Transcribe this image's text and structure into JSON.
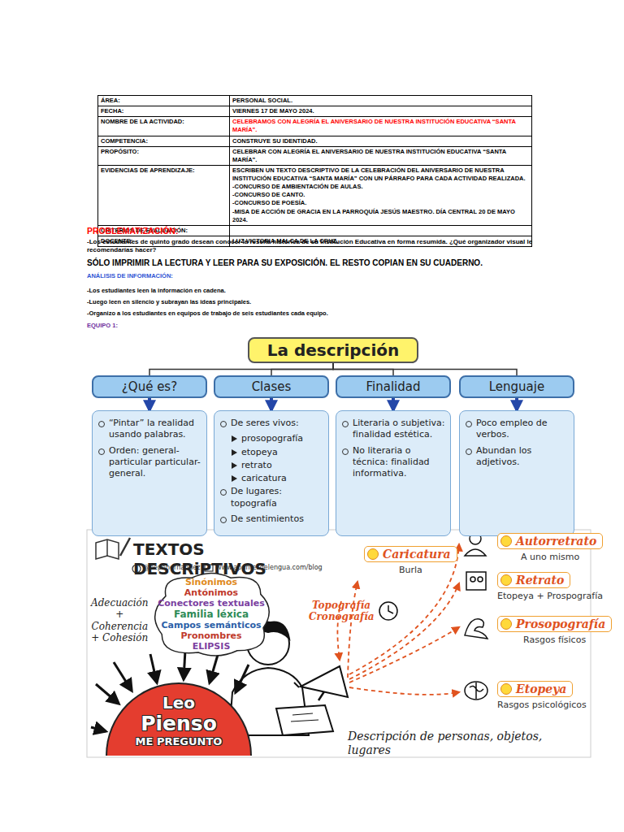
{
  "diagram": {
    "nodes": [
      {
        "text": [
          "La descripción"
        ]
      },
      {
        "text": [
          "¿Qué es?"
        ]
      },
      {
        "text": [
          "Clases"
        ]
      },
      {
        "text": [
          "Finalidad"
        ]
      },
      {
        "text": [
          "Lenguaje"
        ]
      },
      {
        "text": [
          "“Pintar” la realidad usando palabras.",
          "Orden: general-particular particular-general."
        ]
      },
      {
        "text": [
          "De seres vivos:",
          "prosopografía",
          "etopeya",
          "retrato",
          "caricatura",
          "De lugares: topografía",
          "De sentimientos"
        ]
      },
      {
        "text": [
          "Literaria o subjetiva: finalidad estética.",
          "No literaria o técnica: finalidad informativa."
        ]
      },
      {
        "text": [
          "Poco empleo de verbos.",
          "Abundan los adjetivos."
        ]
      },
      {
        "text": [
          "Sinónimos",
          "Antónimos",
          "Conectores textuales",
          "Familia léxica",
          "Campos semánticos",
          "Pronombres",
          "ELIPSIS"
        ]
      },
      {
        "text": [
          "Caricatura",
          "Burla"
        ]
      },
      {
        "text": [
          "Autorretrato",
          "A uno mismo"
        ]
      },
      {
        "text": [
          "Retrato",
          "Etopeya + Prospografía"
        ]
      },
      {
        "text": [
          "Prosopografía",
          "Rasgos físicos"
        ]
      },
      {
        "text": [
          "Etopeya",
          "Rasgos psicológicos"
        ]
      },
      {
        "text": [
          "Leo",
          "Pienso",
          "ME PREGUNTO"
        ]
      }
    ],
    "edges": [
      {
        "from": 0,
        "to": 1,
        "arrow": "none"
      },
      {
        "from": 0,
        "to": 2,
        "arrow": "none"
      },
      {
        "from": 0,
        "to": 3,
        "arrow": "none"
      },
      {
        "from": 0,
        "to": 4,
        "arrow": "none"
      },
      {
        "from": 1,
        "to": 5,
        "arrow": "to"
      },
      {
        "from": 2,
        "to": 6,
        "arrow": "to"
      },
      {
        "from": 3,
        "to": 7,
        "arrow": "to"
      },
      {
        "from": 4,
        "to": 8,
        "arrow": "to"
      }
    ],
    "labels": [
      "ÁREA:",
      "PERSONAL SOCIAL.",
      "FECHA:",
      "VIERNES 17 DE MAYO 2024.",
      "NOMBRE DE LA ACTIVIDAD:",
      "CELEBRAMOS CON ALEGRÍA EL ANIVERSARIO DE NUESTRA INSTITUCIÓN EDUCATIVA “SANTA MARÍA”.",
      "COMPETENCIA:",
      "CONSTRUYE SU IDENTIDAD.",
      "PROPÓSITO:",
      "CELEBRAR CON ALEGRÍA EL ANIVERSARIO DE NUESTRA INSTITUCIÓN EDUCATIVA “SANTA MARÍA”.",
      "EVIDENCIAS DE APRENDIZAJE:",
      "ESCRIBEN UN TEXTO DESCRIPTIVO DE LA CELEBRACIÓN DEL ANIVERSARIO DE NUESTRA INSTITUCIÓN EDUCATIVA “SANTA MARÍA” CON UN PÁRRAFO PARA CADA ACTIVIDAD REALIZADA.",
      "-CONCURSO DE AMBIENTACIÓN DE AULAS.",
      "-CONCURSO DE CANTO.",
      "-CONCURSO DE POESÍA.",
      "-MISA DE ACCIÓN DE GRACIA EN LA PARROQUÍA JESÚS MAESTRO. DÍA CENTRAL 20 DE MAYO 2024.",
      "CRITERIOS DE EVALUACIÓN:",
      "DOCENTE:",
      "LUZ VICTORIA MALCA DE LA CRUZ.",
      "PROBLEMATIZACIÓN:",
      "-Los estudiantes de quinto grado desean conocer la reseña histórica de su Institución Educativa en forma resumida. ¿Qué organizador visual le recomendarías hacer?",
      "SÓLO IMPRIMIR LA LECTURA Y LEER PARA SU EXPOSICIÓN. EL RESTO COPIAN EN SU CUADERNO.",
      "ANÁLISIS DE INFORMACIÓN:",
      "-Los estudiantes leen la información en cadena.",
      "-Luego leen en silencio y subrayan las ideas principales.",
      "-Organizo a los estudiantes en equipos de trabajo de seis estudiantes cada equipo.",
      "EQUIPO 1:",
      "@pepehernandez",
      "www.apuntesdelengua.com/blog",
      "Adecuación + Coherencia + Cohesión",
      "Topografía Cronografía",
      "Descripción de personas, objetos, lugares",
      "TEXTOS DESCRiPTIVOS"
    ]
  }
}
